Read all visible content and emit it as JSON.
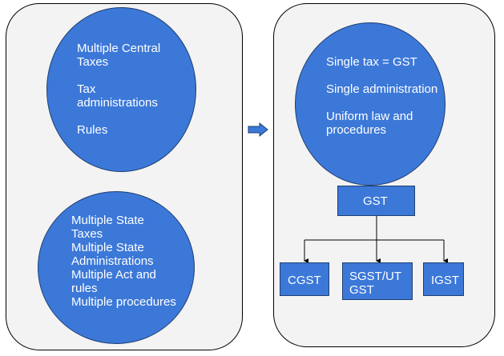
{
  "left_panel": {
    "top_circle_text": "Multiple Central\nTaxes\n\nTax\nadministrations\n\nRules",
    "bottom_circle_text": "Multiple State\nTaxes\nMultiple State\nAdministrations\nMultiple Act and\nrules\nMultiple procedures"
  },
  "right_panel": {
    "circle_text": "Single tax = GST\n\nSingle administration\n\nUniform law and\nprocedures",
    "root_box": "GST",
    "children": [
      "CGST",
      "SGST/UT\nGST",
      "IGST"
    ]
  },
  "colors": {
    "panel_fill": "#f3f3f3",
    "shape_fill": "#3c78d8",
    "shape_border": "#1f3f70",
    "arrow_fill": "#3c78d8"
  },
  "icons": [
    "right-arrow-icon"
  ]
}
